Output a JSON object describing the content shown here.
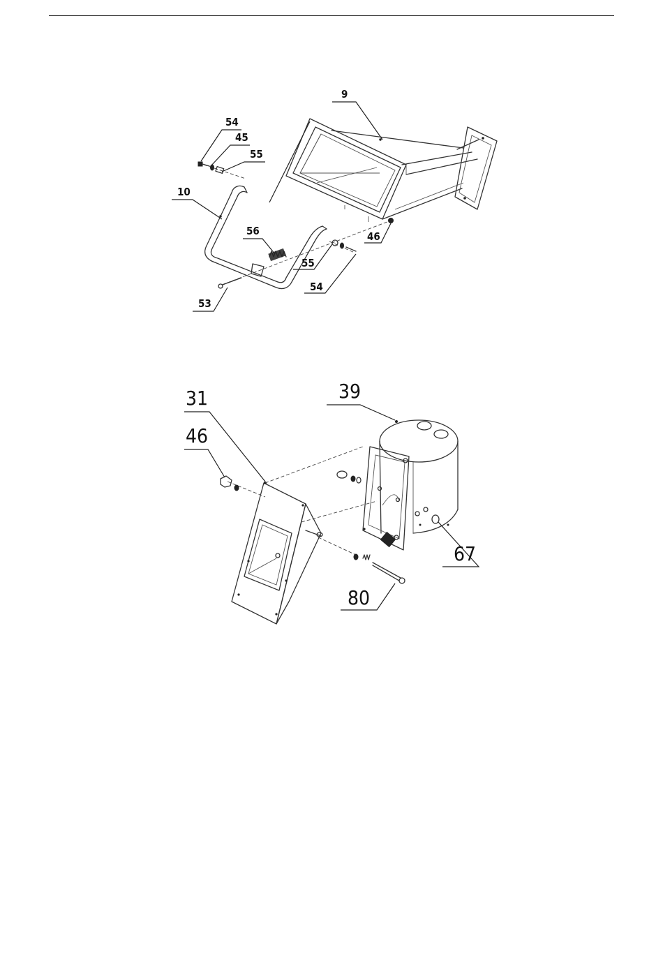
{
  "diagrams": [
    {
      "id": "top",
      "callouts": [
        "54",
        "45",
        "55",
        "9",
        "10",
        "56",
        "46",
        "55",
        "54",
        "53"
      ]
    },
    {
      "id": "bottom",
      "callouts": [
        "31",
        "39",
        "46",
        "67",
        "80"
      ]
    }
  ]
}
